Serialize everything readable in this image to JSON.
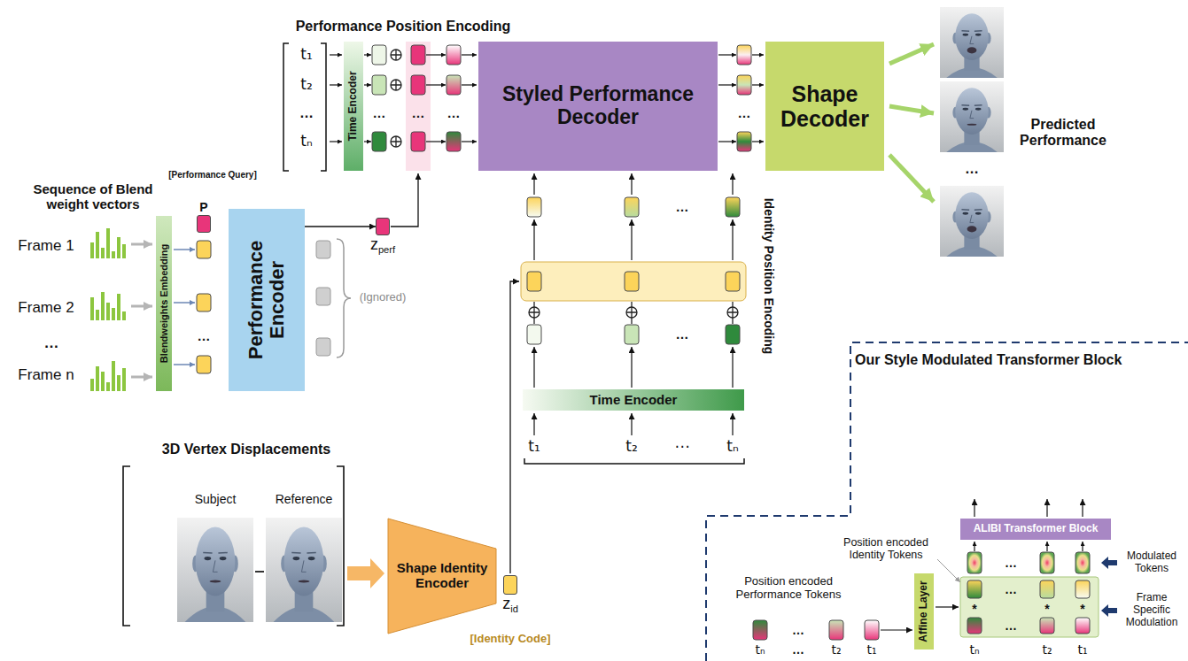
{
  "diagram": {
    "nodes": [
      {
        "text": [
          "Time Encoder"
        ]
      },
      {
        "text": [
          "Styled Performance Decoder"
        ]
      },
      {
        "text": [
          "Shape Decoder"
        ]
      },
      {
        "text": [
          "Blendweights Embedding"
        ]
      },
      {
        "text": [
          "P"
        ]
      },
      {
        "text": [
          "Performance Encoder"
        ]
      },
      {
        "text": [
          "z",
          "perf"
        ]
      },
      {
        "text": [
          "Time Encoder"
        ]
      },
      {
        "text": [
          "Shape Identity Encoder"
        ]
      },
      {
        "text": [
          "z",
          "id"
        ]
      },
      {
        "text": [
          "Our Style Modulated Transformer Block"
        ]
      },
      {
        "text": [
          "ALIBI Transformer Block"
        ],
        "in": 10
      },
      {
        "text": [
          "Affine Layer"
        ],
        "in": 10
      }
    ],
    "edges": [
      {
        "from": 5,
        "to": 6,
        "arrow": "to"
      }
    ],
    "labels": [
      "Performance Position Encoding",
      "t₁",
      "t₂",
      "…",
      "tₙ",
      "…",
      "…",
      "…",
      "…",
      "Predicted Performance",
      "…",
      "Sequence of Blend weight vectors",
      "Frame 1",
      "Frame 2",
      "…",
      "Frame n",
      "[Performance Query]",
      "…",
      "(Ignored)",
      "Identity Position Encoding",
      "…",
      "…",
      "t₁",
      "t₂",
      "⋯",
      "tₙ",
      "3D Vertex Displacements",
      "Subject",
      "Reference",
      "[Identity Code]",
      "Modulated Tokens",
      "Position encoded Identity Tokens",
      "Frame Specific Modulation",
      "Position encoded Performance Tokens",
      "…",
      "…",
      "*",
      "*",
      "*",
      "…",
      "tₙ",
      "t₂",
      "t₁",
      "…",
      "tₙ",
      "…",
      "t₂",
      "t₁"
    ]
  }
}
